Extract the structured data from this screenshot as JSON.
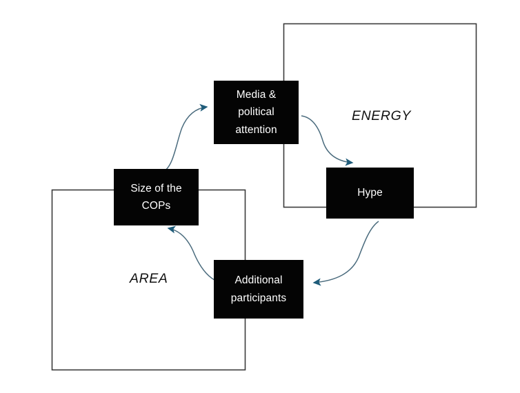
{
  "diagram": {
    "type": "causal-loop-diagram",
    "background_color": "#ffffff",
    "node_fill_color": "#040404",
    "node_text_color": "#ffffff",
    "arrow_color": "#1f5c7a",
    "boundary_color": "#3a3a3a",
    "nodes": [
      {
        "id": "media-political-attention",
        "label": "Media &\npolitical\nattention"
      },
      {
        "id": "hype",
        "label": "Hype"
      },
      {
        "id": "additional-participants",
        "label": "Additional\nparticipants"
      },
      {
        "id": "size-of-the-cops",
        "label": "Size of the\nCOPs"
      }
    ],
    "boundaries": [
      {
        "id": "energy",
        "label": "ENERGY"
      },
      {
        "id": "area",
        "label": "AREA"
      }
    ],
    "connections": [
      {
        "from": "media-political-attention",
        "to": "hype"
      },
      {
        "from": "hype",
        "to": "additional-participants"
      },
      {
        "from": "additional-participants",
        "to": "size-of-the-cops"
      },
      {
        "from": "size-of-the-cops",
        "to": "media-political-attention"
      }
    ]
  }
}
